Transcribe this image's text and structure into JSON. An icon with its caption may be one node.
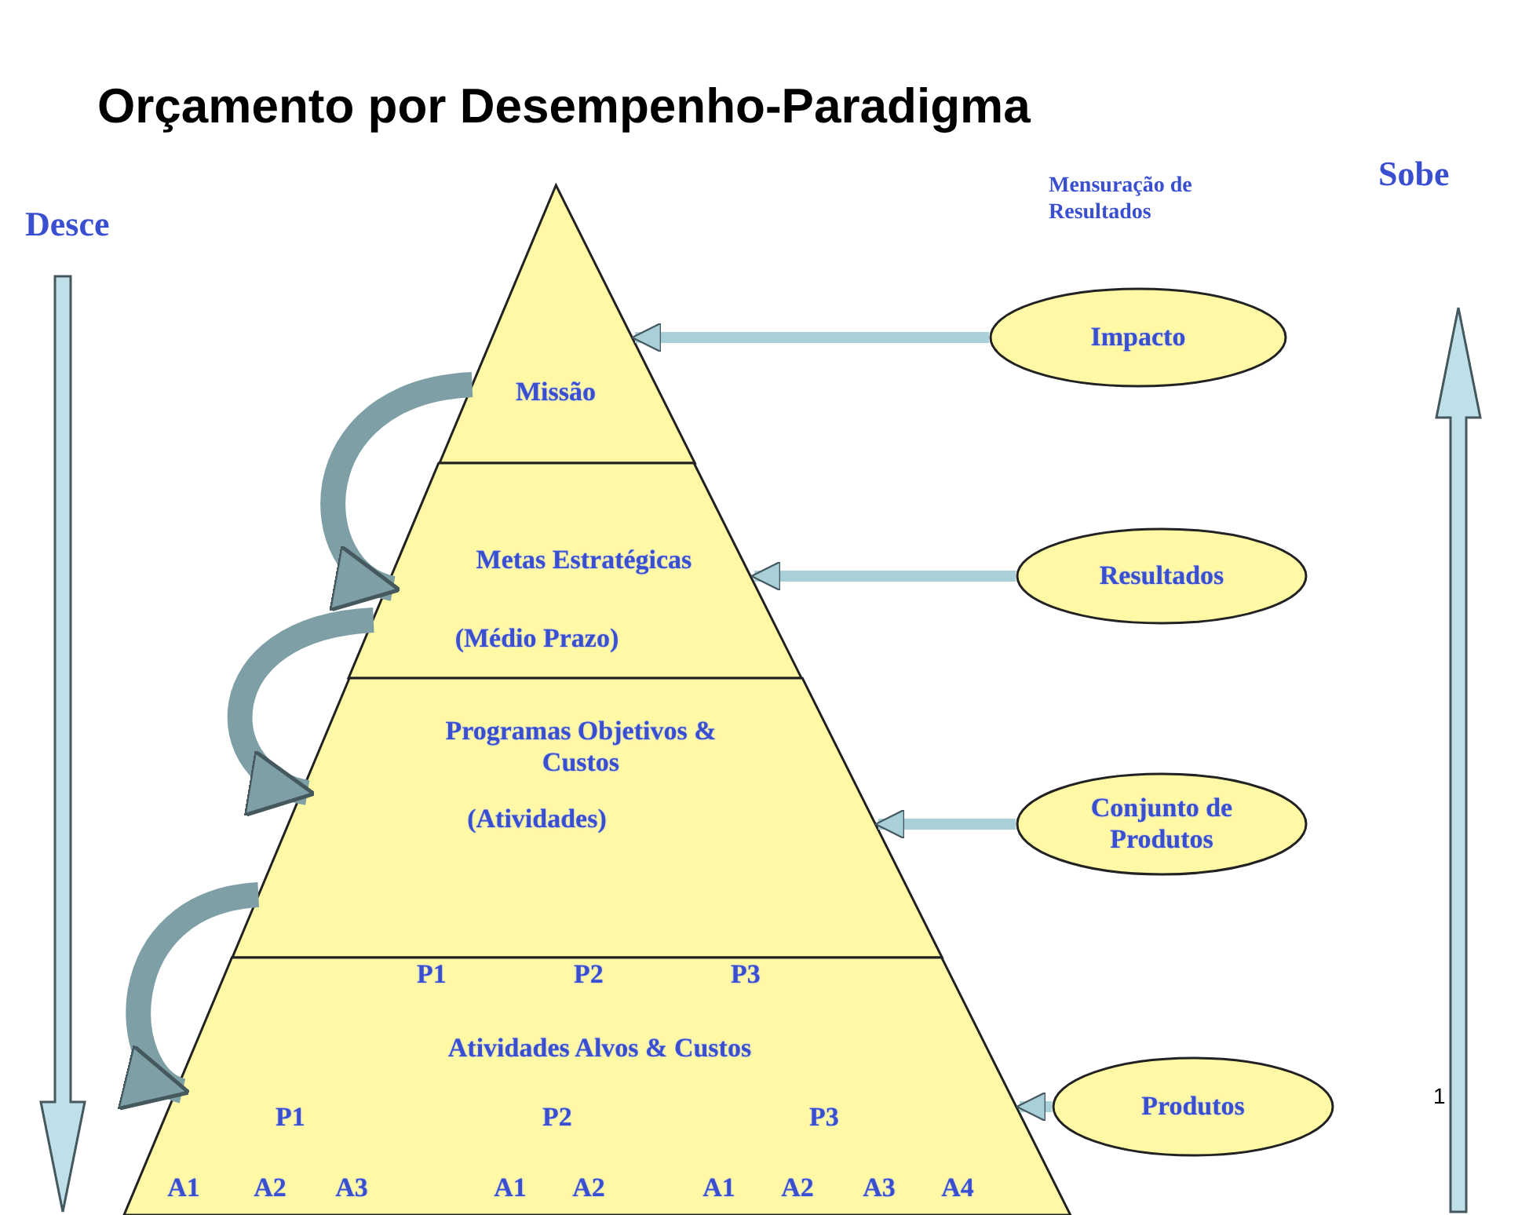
{
  "diagram": {
    "title": "Orçamento por Desempenho-Paradigma",
    "nodes": [
      {
        "text": [
          "Missão"
        ]
      },
      {
        "text": [
          "Impacto"
        ]
      },
      {
        "text": [
          "Metas Estratégicas",
          "(Médio Prazo)"
        ]
      },
      {
        "text": [
          "Resultados"
        ]
      },
      {
        "text": [
          "Programas Objetivos & Custos",
          "(Atividades)"
        ]
      },
      {
        "text": [
          "Conjunto de Produtos"
        ]
      },
      {
        "text": [
          "P1",
          "P2",
          "P3",
          "Atividades Alvos & Custos",
          "P1",
          "P2",
          "P3",
          "A1",
          "A2",
          "A3",
          "A1",
          "A2",
          "A1",
          "A2",
          "A3",
          "A4"
        ]
      },
      {
        "text": [
          "Produtos"
        ]
      }
    ],
    "edges": [
      {
        "from": 1,
        "to": 0,
        "arrow": "to"
      },
      {
        "from": 0,
        "to": 2,
        "arrow": "to",
        "style": "thick",
        "color": "#7e9fa6"
      },
      {
        "from": 3,
        "to": 2,
        "arrow": "to"
      },
      {
        "from": 2,
        "to": 4,
        "arrow": "to",
        "style": "thick",
        "color": "#7e9fa6"
      },
      {
        "from": 5,
        "to": 4,
        "arrow": "to"
      },
      {
        "from": 4,
        "to": 6,
        "arrow": "to",
        "style": "thick",
        "color": "#7e9fa6"
      },
      {
        "from": 7,
        "to": 6,
        "arrow": "to"
      }
    ],
    "labels": [
      "Desce",
      "Mensuração de Resultados",
      "Sobe",
      "1"
    ]
  }
}
